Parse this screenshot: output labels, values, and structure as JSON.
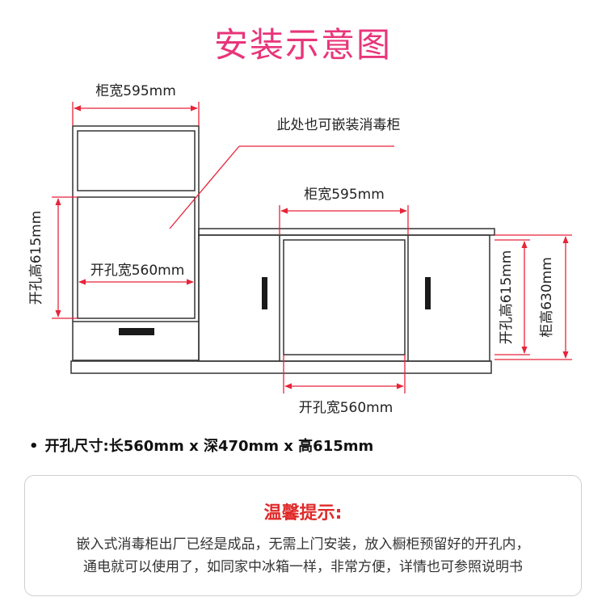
{
  "title": "安装示意图",
  "labels": {
    "tall_cabinet_width": "柜宽595mm",
    "embed_note": "此处也可嵌装消毒柜",
    "tall_opening_height": "开孔高615mm",
    "tall_opening_width": "开孔宽560mm",
    "base_cabinet_width": "柜宽595mm",
    "base_opening_height": "开孔高615mm",
    "base_cabinet_height": "柜高630mm",
    "base_opening_width": "开孔宽560mm"
  },
  "spec": {
    "bullet": "•",
    "text": "开孔尺寸:长560mm x 深470mm x 高615mm"
  },
  "tip": {
    "title": "温馨提示:",
    "line1": "嵌入式消毒柜出厂已经是成品，无需上门安装，放入橱柜预留好的开孔内，",
    "line2": "通电就可以使用了，如同家中冰箱一样，非常方便，详情也可参照说明书"
  },
  "colors": {
    "title": "#e8357a",
    "dimension_line": "#e8233a",
    "outline": "#333333",
    "tip_title": "#e02a2a"
  }
}
